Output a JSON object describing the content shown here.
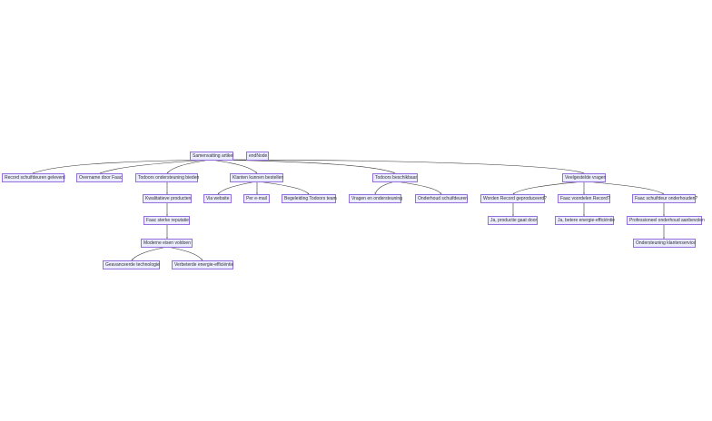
{
  "diagram": {
    "nodes": {
      "root": "Samenvatting artikel",
      "endnode": "endNode",
      "record": "Record schuifdeuren geleverd",
      "overname": "Overname door Faac",
      "todoors_steun": "Todoors ondersteuning bieden",
      "kwalitatief": "Kwalitatieve producten",
      "faac_rep": "Faac sterke reputatie",
      "modern": "Moderne eisen voldoen",
      "geavanceerd": "Geavanceerde technologie",
      "energie": "Verbeterde energie-efficiëntie",
      "bestellen": "Klanten kunnen bestellen",
      "website": "Via website",
      "email": "Per e-mail",
      "team": "Begeleiding Todoors team",
      "beschikbaar": "Todoors beschikbaar",
      "vragen_ond": "Vragen en ondersteuning",
      "onderhoud": "Onderhoud schuifdeuren",
      "faq": "Veelgestelde vragen",
      "q1": "Worden Record geproduceerd?",
      "a1": "Ja, productie gaat door",
      "q2": "Faac voordelen Record?",
      "a2": "Ja, betere energie-efficiëntie",
      "q3": "Faac schuifdeur onderhouden?",
      "a3": "Professioneel onderhoud aanbevolen",
      "a4": "Ondersteuning klantenservice"
    }
  }
}
